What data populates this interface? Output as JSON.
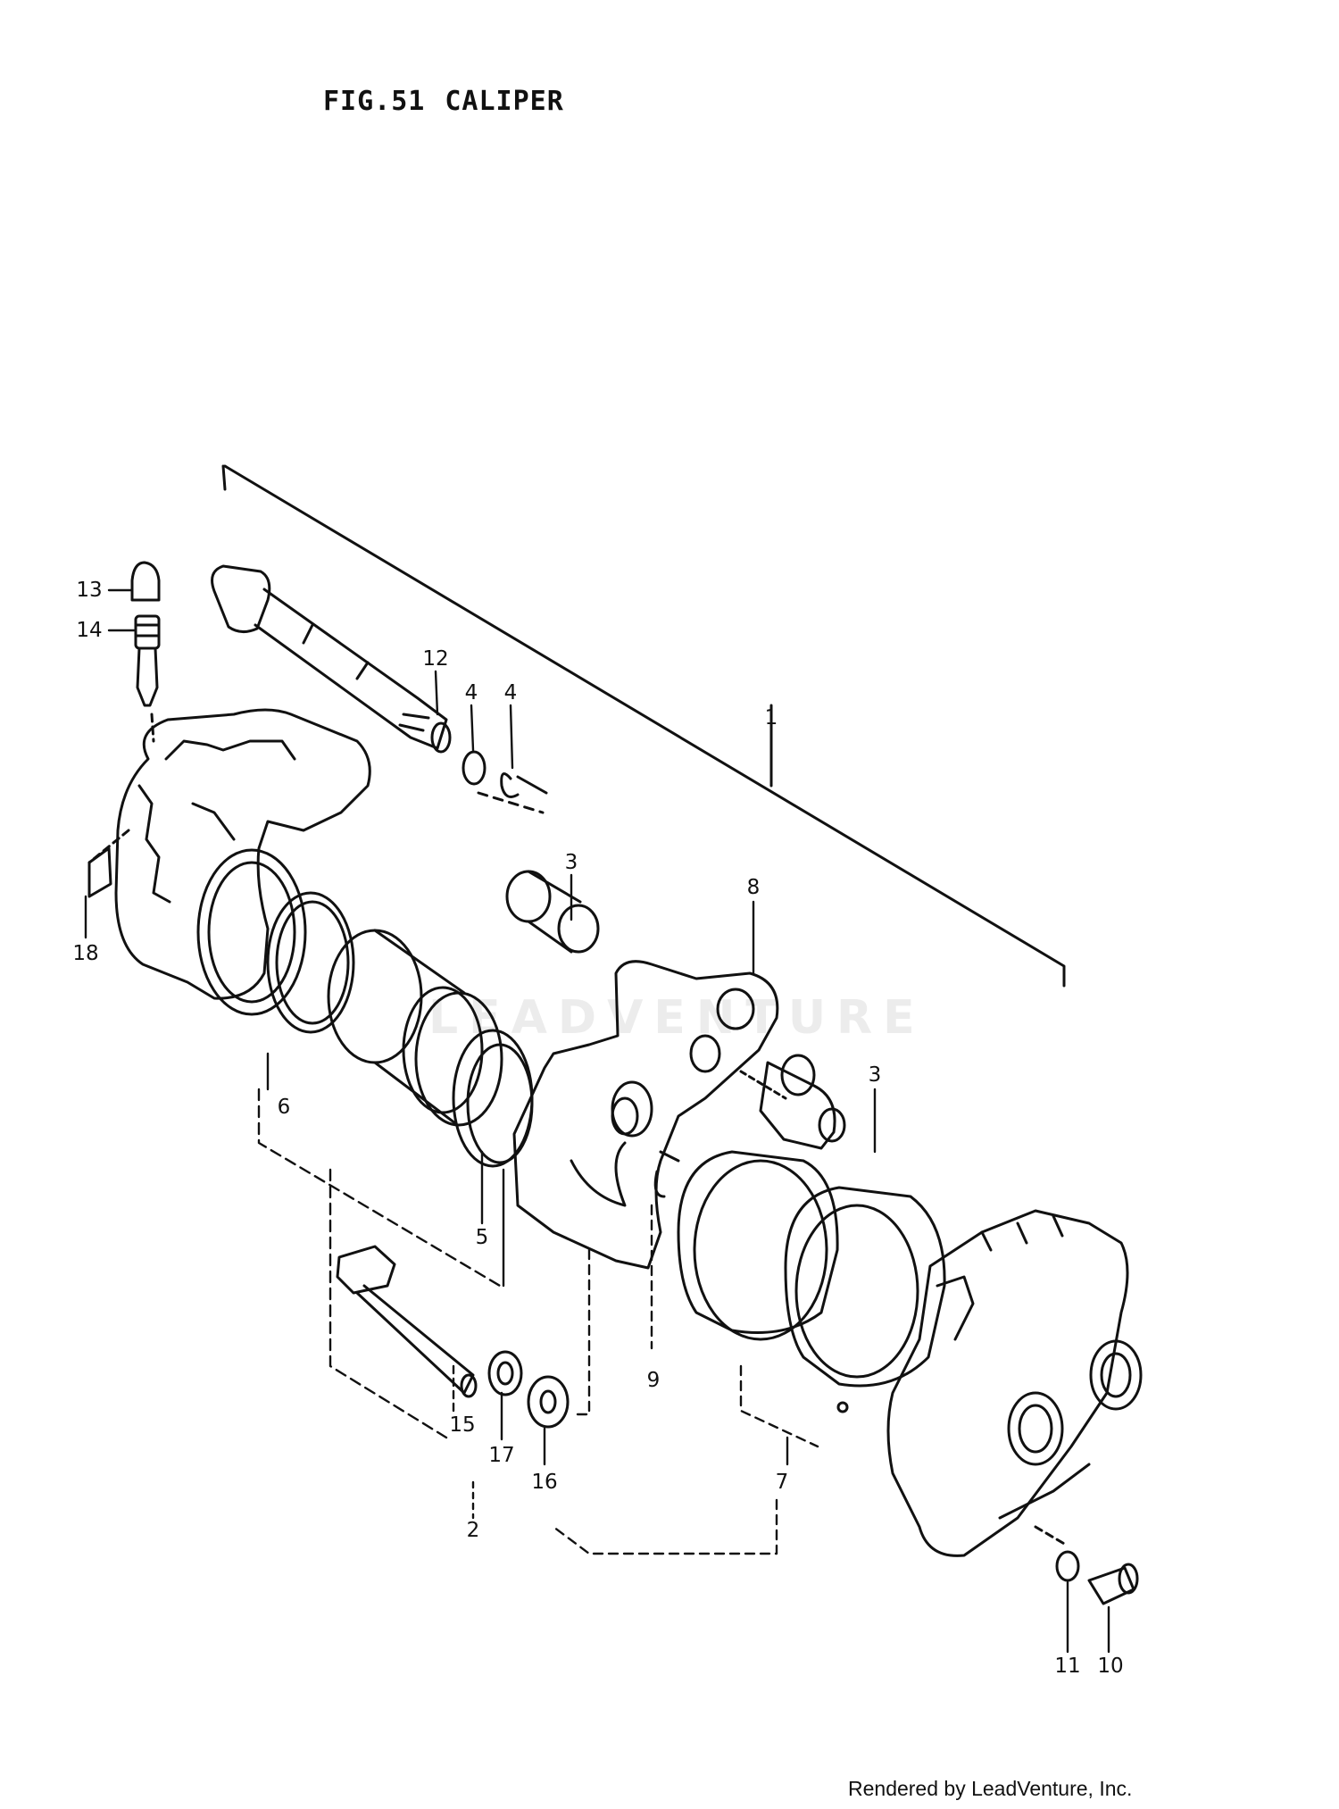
{
  "figure": {
    "number": "FIG.51",
    "name": "CALIPER"
  },
  "callouts": [
    "1",
    "2",
    "3",
    "3",
    "4",
    "4",
    "5",
    "6",
    "7",
    "8",
    "9",
    "10",
    "11",
    "12",
    "13",
    "14",
    "15",
    "16",
    "17",
    "18"
  ],
  "footer": "Rendered by LeadVenture, Inc.",
  "watermark": "LEADVENTURE"
}
